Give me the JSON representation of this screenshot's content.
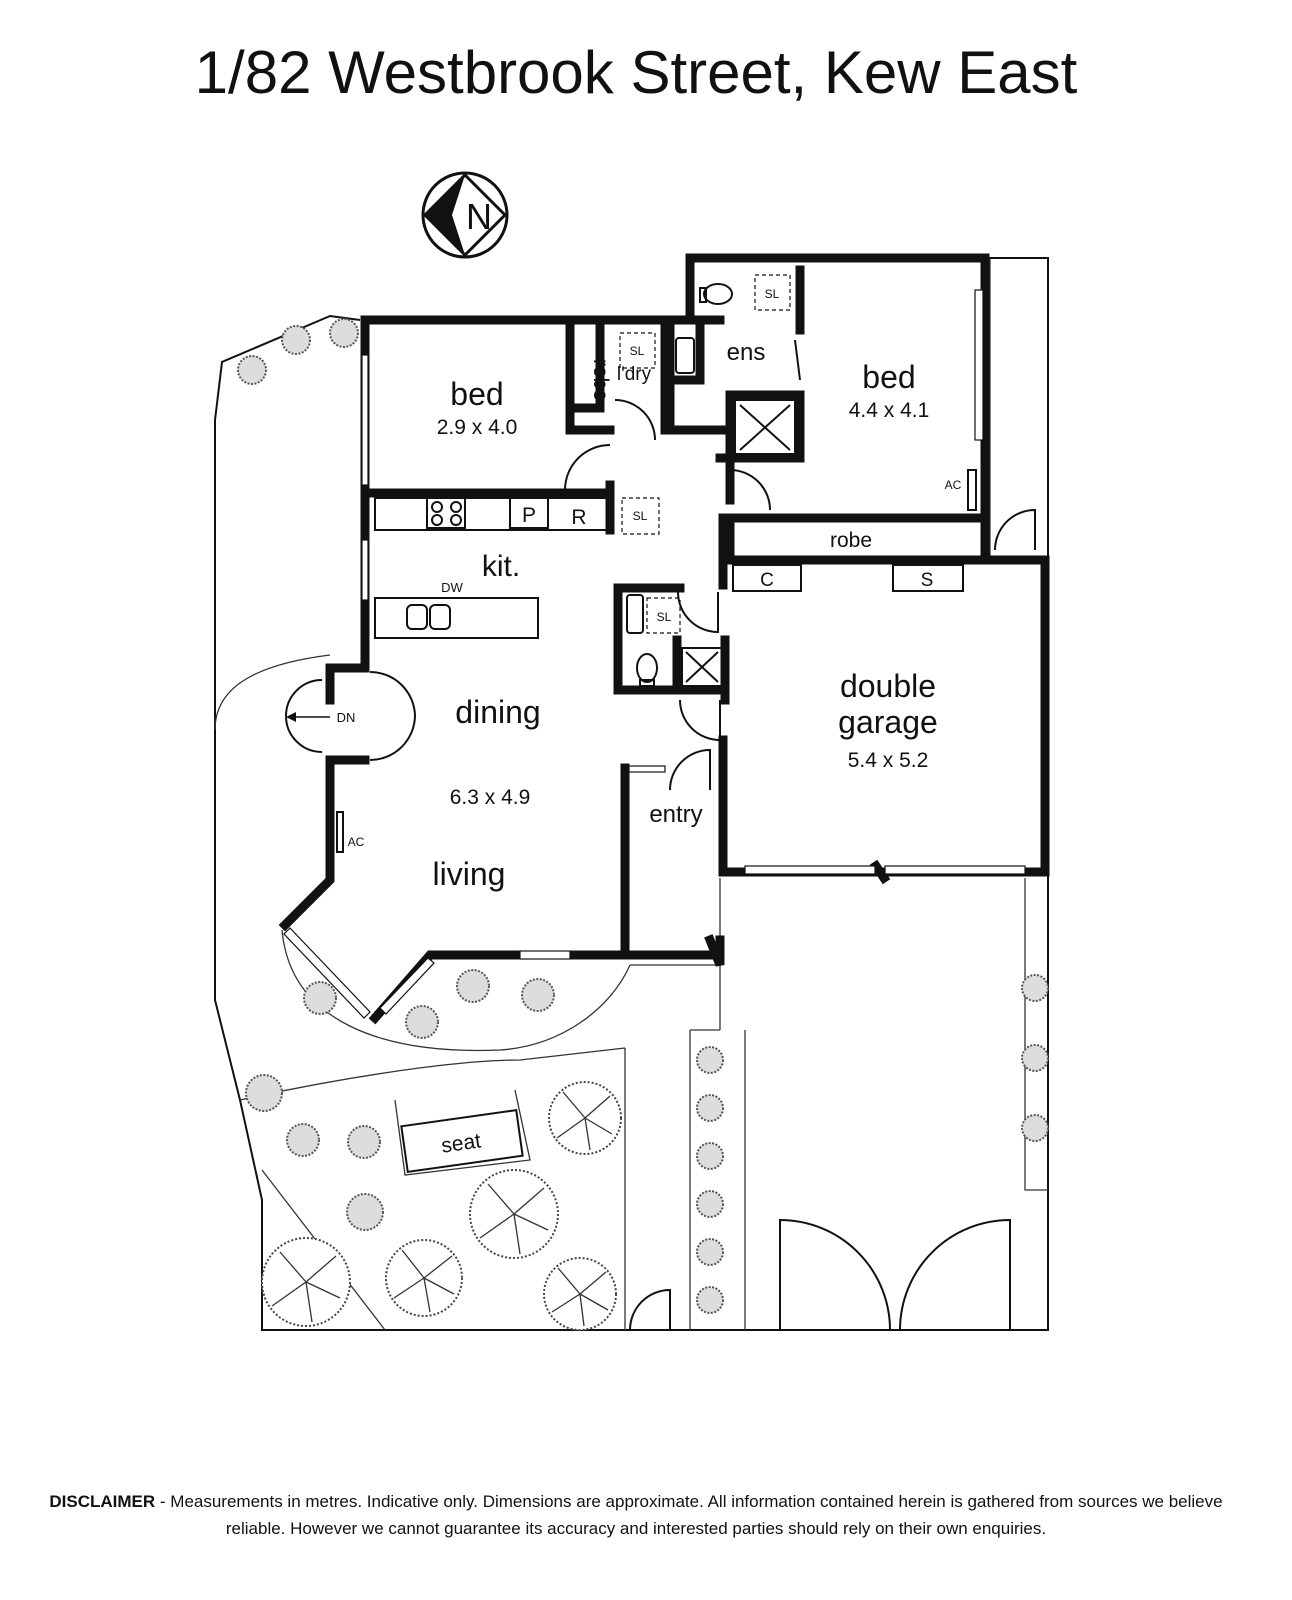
{
  "title": "1/82 Westbrook Street, Kew East",
  "compass": {
    "label": "N"
  },
  "rooms": {
    "bed1": {
      "name": "bed",
      "dims": "2.9 x 4.0"
    },
    "bed2": {
      "name": "bed",
      "dims": "4.4 x 4.1"
    },
    "robe1": "robe",
    "robe2": "robe",
    "ens": "ens",
    "ldry": "l'dry",
    "kit": "kit.",
    "dining": "dining",
    "living": "living",
    "dining_living_dims": "6.3 x 4.9",
    "entry": "entry",
    "garage_line1": "double",
    "garage_line2": "garage",
    "garage_dims": "5.4 x 5.2",
    "seat": "seat"
  },
  "fixtures": {
    "pantry": "P",
    "refrigerator": "R",
    "cupboard": "C",
    "storage": "S",
    "dishwasher": "DW",
    "skylight": "SL",
    "ac": "AC",
    "down": "DN"
  },
  "disclaimer": {
    "label": "DISCLAIMER",
    "text": " - Measurements in metres. Indicative only. Dimensions are approximate. All information contained herein is gathered from sources we believe reliable. However we cannot guarantee its accuracy and interested parties should rely on their own enquiries."
  }
}
